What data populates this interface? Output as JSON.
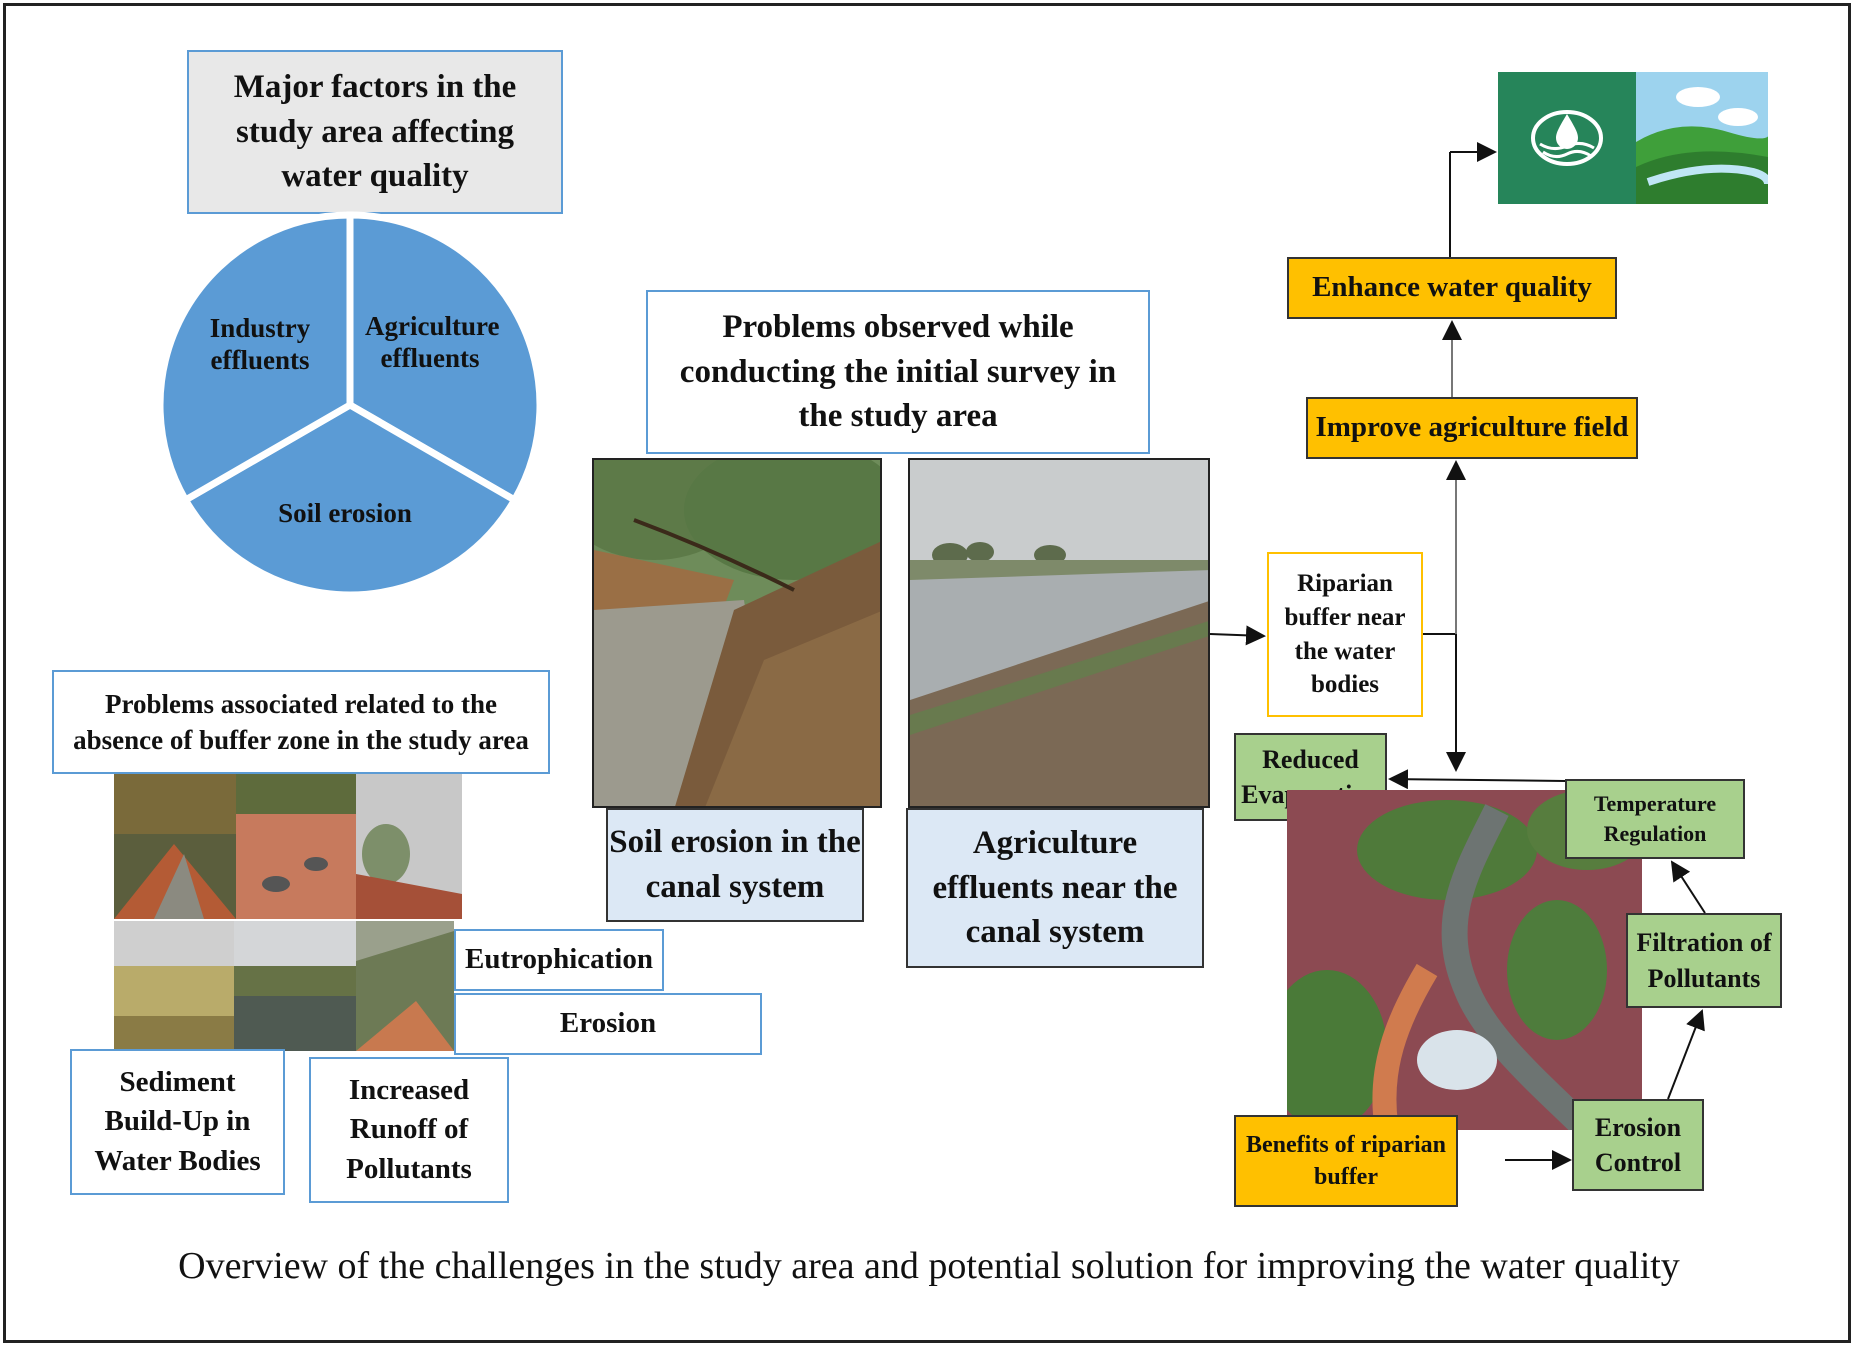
{
  "factors_title": "Major factors in the study area affecting water quality",
  "pie": {
    "slices": [
      {
        "label": "Industry effluents",
        "value": 1,
        "color": "#5b9bd5"
      },
      {
        "label": "Agriculture effluents",
        "value": 1,
        "color": "#5b9bd5"
      },
      {
        "label": "Soil erosion",
        "value": 1,
        "color": "#5b9bd5"
      }
    ]
  },
  "survey_title": "Problems observed while conducting the initial survey in the study area",
  "photo1_caption": "Soil erosion in the canal system",
  "photo2_caption": "Agriculture effluents near the canal system",
  "buffer_title": "Problems associated related to the absence of buffer zone in the study area",
  "problems": {
    "eutrophication": "Eutrophication",
    "erosion": "Erosion",
    "sediment": "Sediment Build-Up in Water Bodies",
    "runoff": "Increased Runoff of Pollutants"
  },
  "solution": {
    "enhance": "Enhance water quality",
    "improve": "Improve agriculture field",
    "riparian": "Riparian buffer near the water bodies",
    "reduced_evaporation": "Reduced Evaporation",
    "temperature": "Temperature Regulation",
    "filtration": "Filtration of Pollutants",
    "erosion_control": "Erosion Control",
    "benefits": "Benefits of riparian buffer"
  },
  "caption": "Overview of the challenges in the study area and potential solution for improving the water quality",
  "colors": {
    "pie_blue": "#5b9bd5",
    "box_border_blue": "#5b9bd5",
    "orange": "#ffc000",
    "green": "#a8d08d",
    "lightblue": "#dce8f5"
  }
}
